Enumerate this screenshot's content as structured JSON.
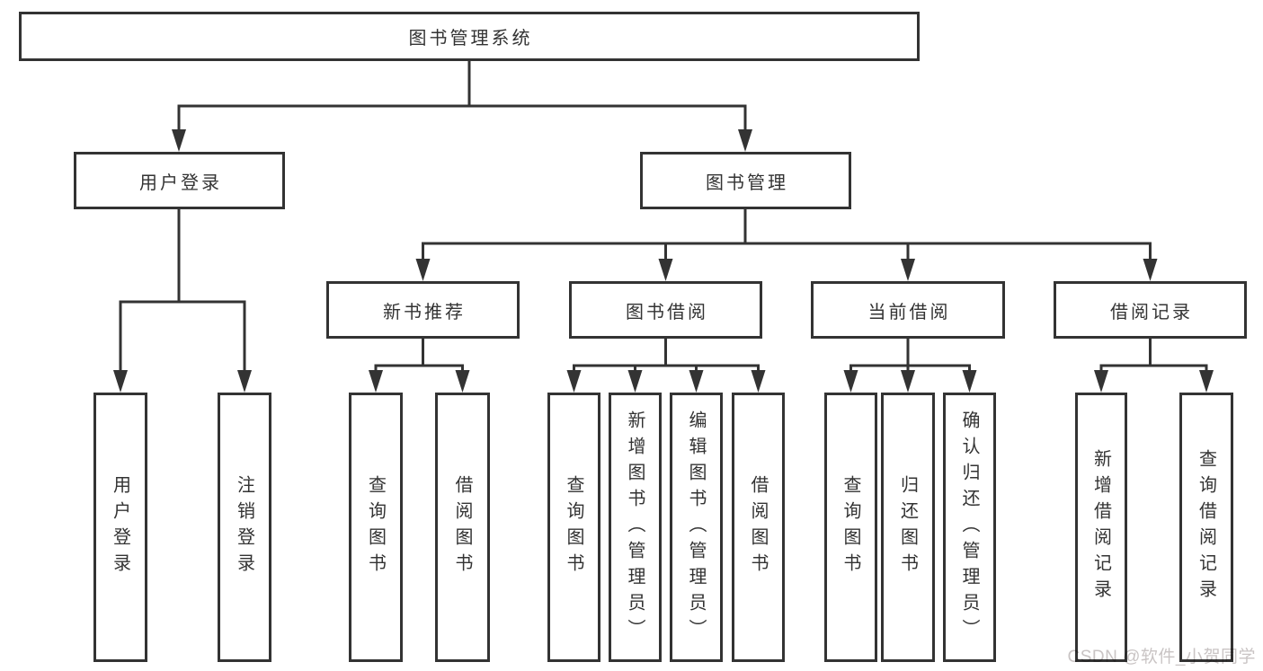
{
  "diagram": {
    "root": {
      "label": "图书管理系统"
    },
    "level1": {
      "user_login": {
        "label": "用户登录",
        "children": [
          "用户登录",
          "注销登录"
        ]
      },
      "book_mgmt": {
        "label": "图书管理"
      }
    },
    "level2": {
      "new_books": {
        "label": "新书推荐",
        "children": [
          "查询图书",
          "借阅图书"
        ]
      },
      "book_borrow": {
        "label": "图书借阅",
        "children": [
          "查询图书",
          "新增图书（管理员）",
          "编辑图书（管理员）",
          "借阅图书"
        ]
      },
      "current_borrow": {
        "label": "当前借阅",
        "children": [
          "查询图书",
          "归还图书",
          "确认归还（管理员）"
        ]
      },
      "borrow_records": {
        "label": "借阅记录",
        "children": [
          "新增借阅记录",
          "查询借阅记录"
        ]
      }
    }
  },
  "watermark": {
    "label": "CSDN @软件_小贺同学"
  },
  "colors": {
    "line": "#333333",
    "box_border": "#333333",
    "box_bg": "#ffffff",
    "text": "#333333",
    "page_bg": "#ffffff",
    "watermark": "#c9c4c4"
  }
}
